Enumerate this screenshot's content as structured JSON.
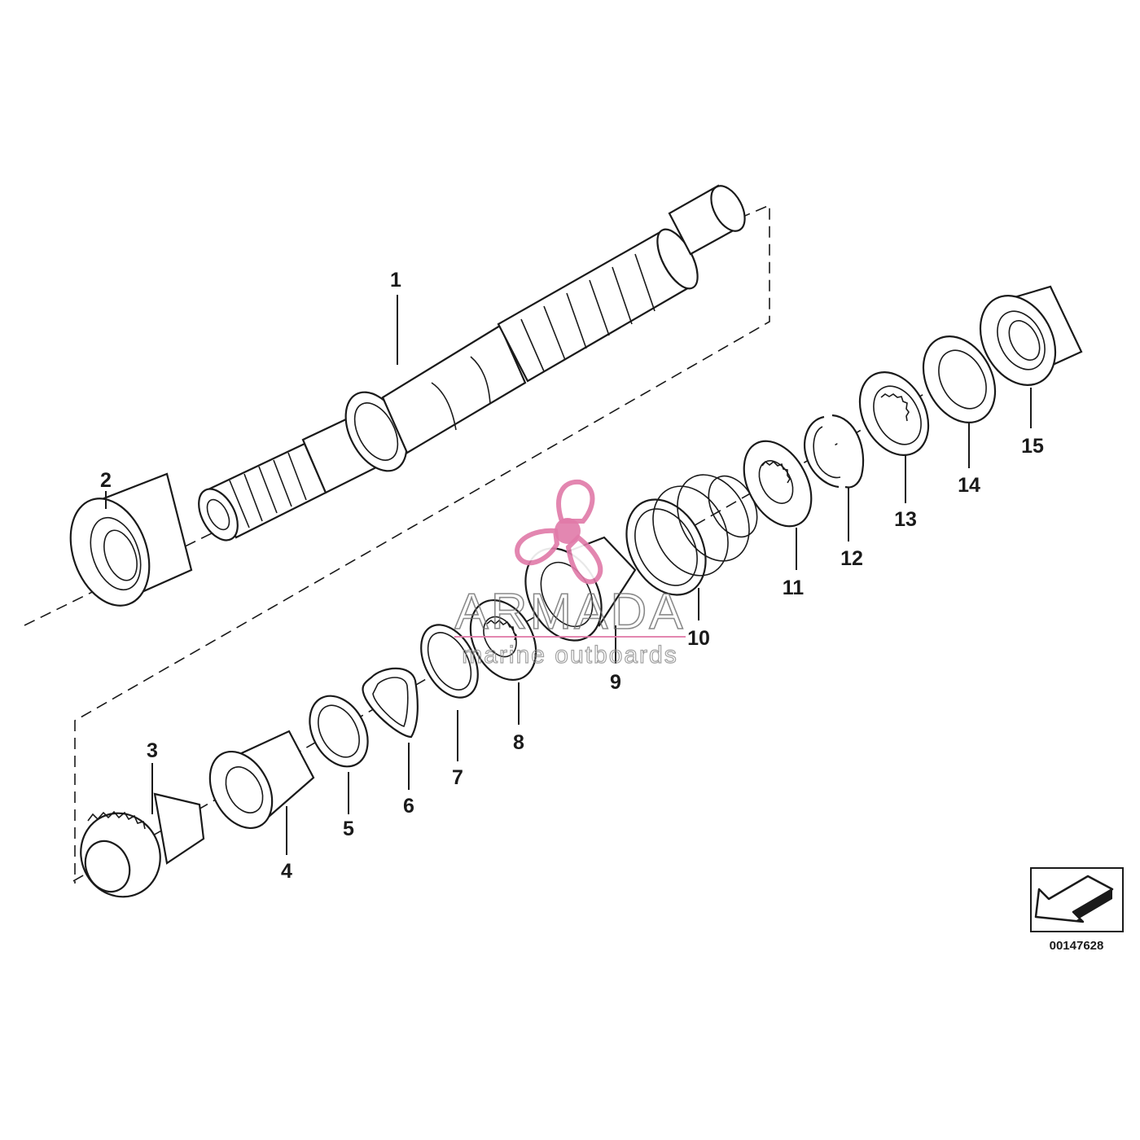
{
  "diagram_id": "00147628",
  "callouts": [
    "1",
    "2",
    "3",
    "4",
    "5",
    "6",
    "7",
    "8",
    "9",
    "10",
    "11",
    "12",
    "13",
    "14",
    "15"
  ],
  "watermark": {
    "brand": "ARMADA",
    "tagline": "marine outboards",
    "accent_color": "#e07aa8"
  },
  "colors": {
    "line": "#1a1a1a",
    "background": "#ffffff"
  },
  "icons": {
    "orientation": "arrow-down-left-icon",
    "watermark": "propeller-icon"
  }
}
